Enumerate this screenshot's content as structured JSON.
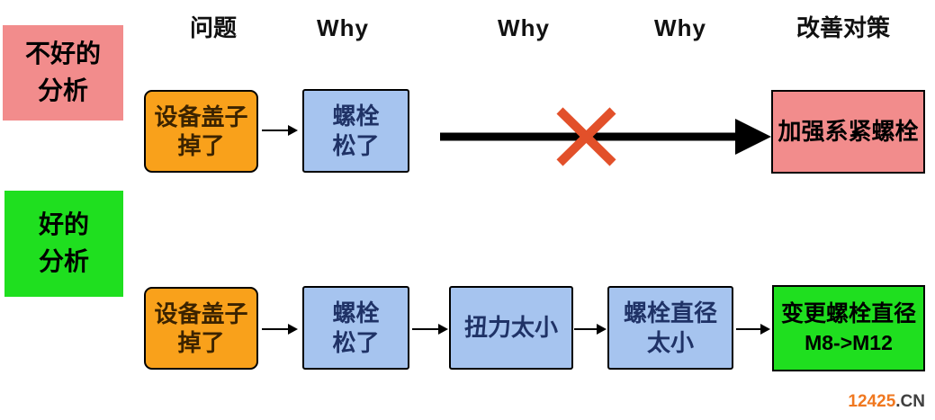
{
  "diagram": {
    "headers": {
      "problem": "问题",
      "why_1": "Why",
      "why_2": "Why",
      "why_3": "Why",
      "countermeasure": "改善对策"
    },
    "row_labels": {
      "bad": "不好的\n分析",
      "good": "好的\n分析"
    },
    "bad_row": {
      "problem": "设备盖子\n掉了",
      "why_1": "螺栓\n松了",
      "countermeasure": "加强系紧螺栓"
    },
    "good_row": {
      "problem": "设备盖子\n掉了",
      "why_1": "螺栓\n松了",
      "why_2": "扭力太小",
      "why_3": "螺栓直径\n太小",
      "countermeasure_line1": "变更螺栓直径",
      "countermeasure_line2": "M8->M12"
    },
    "colors": {
      "bad_label_bg": "#F28C8C",
      "good_label_bg": "#1FDF1F",
      "problem_box_bg": "#F9A11B",
      "why_box_bg": "#A6C4EF",
      "bad_countermeasure_bg": "#F28C8C",
      "good_countermeasure_bg": "#1FDF1F",
      "arrow_color": "#000000",
      "cross_color": "#E2502A",
      "watermark_number_color": "#F07820",
      "watermark_suffix_color": "#3F3F3F"
    },
    "watermark": {
      "number": "12425",
      "suffix": ".CN"
    }
  }
}
